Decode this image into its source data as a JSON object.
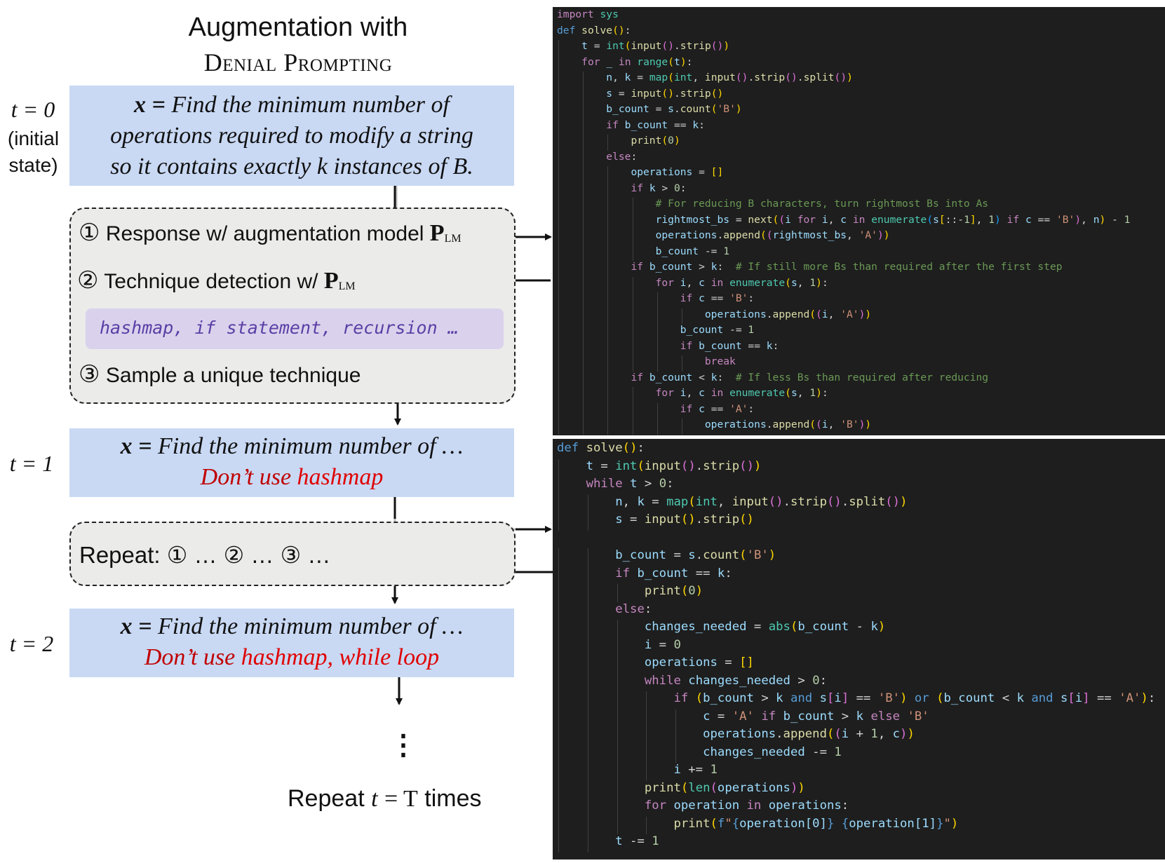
{
  "title": {
    "line1": "Augmentation with",
    "line2": "Denial Prompting"
  },
  "states": {
    "t0": {
      "label": "t = 0",
      "sub": [
        "(initial",
        "state)"
      ],
      "var": "x =",
      "text": [
        "Find the minimum number of",
        "operations required to modify a string",
        "so it contains exactly k instances of B."
      ]
    },
    "t1": {
      "label": "t = 1",
      "var": "x =",
      "text": "Find the minimum number of …",
      "denial": "Don’t use",
      "denial_items": "hashmap"
    },
    "t2": {
      "label": "t = 2",
      "var": "x =",
      "text": "Find the minimum number of …",
      "denial": "Don’t use",
      "denial_items": "hashmap, while loop"
    }
  },
  "steps": {
    "s1": {
      "num": "①",
      "text": "Response w/ augmentation model",
      "model": "P",
      "model_sub": "LM"
    },
    "s2": {
      "num": "②",
      "text": "Technique detection w/",
      "model": "P",
      "model_sub": "LM"
    },
    "techniques": "hashmap, if statement, recursion …",
    "s3": {
      "num": "③",
      "text": "Sample a unique technique"
    }
  },
  "repeat_box": "Repeat: ① … ② … ③ …",
  "ellipsis": "⋮",
  "bottom": {
    "prefix": "Repeat",
    "var": "t",
    "eq": "= T",
    "suffix": "times"
  },
  "code1": [
    "import sys",
    "def solve():",
    "    t = int(input().strip())",
    "    for _ in range(t):",
    "        n, k = map(int, input().strip().split())",
    "        s = input().strip()",
    "        b_count = s.count('B')",
    "        if b_count == k:",
    "            print(0)",
    "        else:",
    "            operations = []",
    "            if k > 0:",
    "                # For reducing B characters, turn rightmost Bs into As",
    "                rightmost_bs = next((i for i, c in enumerate(s[::-1], 1) if c == 'B'), n) - 1",
    "                operations.append((rightmost_bs, 'A'))",
    "                b_count -= 1",
    "            if b_count > k:  # If still more Bs than required after the first step",
    "                for i, c in enumerate(s, 1):",
    "                    if c == 'B':",
    "                        operations.append((i, 'A'))",
    "                    b_count -= 1",
    "                    if b_count == k:",
    "                        break",
    "            if b_count < k:  # If less Bs than required after reducing",
    "                for i, c in enumerate(s, 1):",
    "                    if c == 'A':",
    "                        operations.append((i, 'B'))"
  ],
  "code2": [
    "def solve():",
    "    t = int(input().strip())",
    "    while t > 0:",
    "        n, k = map(int, input().strip().split())",
    "        s = input().strip()",
    "",
    "        b_count = s.count('B')",
    "        if b_count == k:",
    "            print(0)",
    "        else:",
    "            changes_needed = abs(b_count - k)",
    "            i = 0",
    "            operations = []",
    "            while changes_needed > 0:",
    "                if (b_count > k and s[i] == 'B') or (b_count < k and s[i] == 'A'):",
    "                    c = 'A' if b_count > k else 'B'",
    "                    operations.append((i + 1, c))",
    "                    changes_needed -= 1",
    "                i += 1",
    "            print(len(operations))",
    "            for operation in operations:",
    "                print(f\"{operation[0]} {operation[1]}\")",
    "        t -= 1"
  ]
}
